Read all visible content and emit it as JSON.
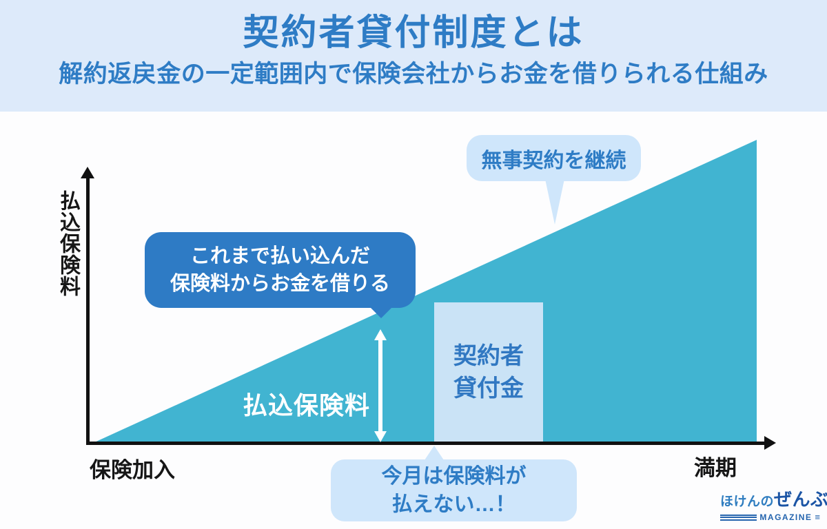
{
  "header": {
    "title": "契約者貸付制度とは",
    "subtitle": "解約返戻金の一定範囲内で保険会社からお金を借りられる仕組み"
  },
  "chart": {
    "y_axis_label": "払込保険料",
    "x_start_label": "保険加入",
    "x_end_label": "満期",
    "area_label": "払込保険料"
  },
  "callouts": {
    "continue_bubble": "無事契約を継続",
    "borrow_bubble": {
      "line1": "これまで払い込んだ",
      "line2": "保険料からお金を借りる"
    },
    "loan_box": {
      "line1": "契約者",
      "line2": "貸付金"
    },
    "cant_pay_bubble": {
      "line1": "今月は保険料が",
      "line2": "払えない…！"
    }
  },
  "logo": {
    "brand_prefix": "ほけんの",
    "brand_main": "ぜんぶ",
    "tagline": "MAGAZINE"
  },
  "colors": {
    "header_bg": "#ddeafa",
    "heading_text": "#2e7cc5",
    "area_fill": "#41b4d1",
    "bubble_light_bg": "#cfe6fb",
    "bubble_dark_bg": "#2e7bc5",
    "loan_box_bg": "#d2e6f8",
    "axis_color": "#111111",
    "logo_dark": "#1c55a5"
  }
}
